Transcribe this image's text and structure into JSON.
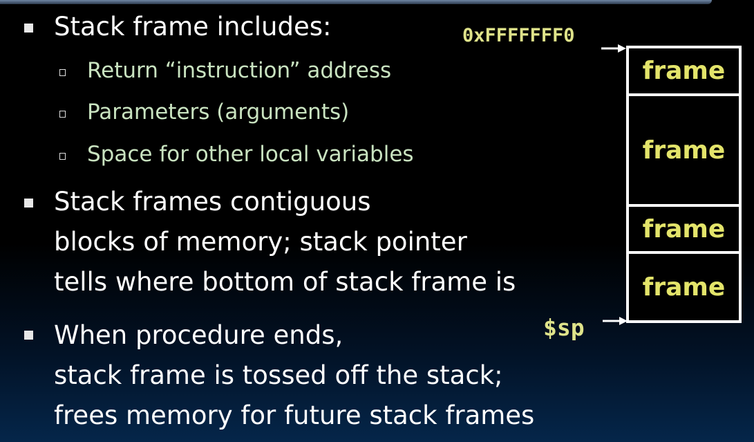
{
  "bullets": [
    {
      "lines": [
        "Stack frame includes:"
      ]
    },
    {
      "lines": [
        "Stack frames contiguous",
        "blocks of memory; stack pointer",
        "tells where bottom of stack frame is"
      ]
    },
    {
      "lines": [
        "When procedure ends,",
        "stack frame is tossed off the stack;",
        "frees memory for future stack frames"
      ]
    }
  ],
  "sub_bullets": [
    "Return “instruction” address",
    "Parameters (arguments)",
    "Space for other local variables"
  ],
  "diagram": {
    "top_address": "0xFFFFFFF0",
    "stack_pointer": "$sp",
    "frames": [
      "frame",
      "frame",
      "frame",
      "frame"
    ]
  },
  "colors": {
    "frame_text": "#e3e46a",
    "address_text": "#dfe38a",
    "sub_bullet_text": "#c9e3c0"
  }
}
